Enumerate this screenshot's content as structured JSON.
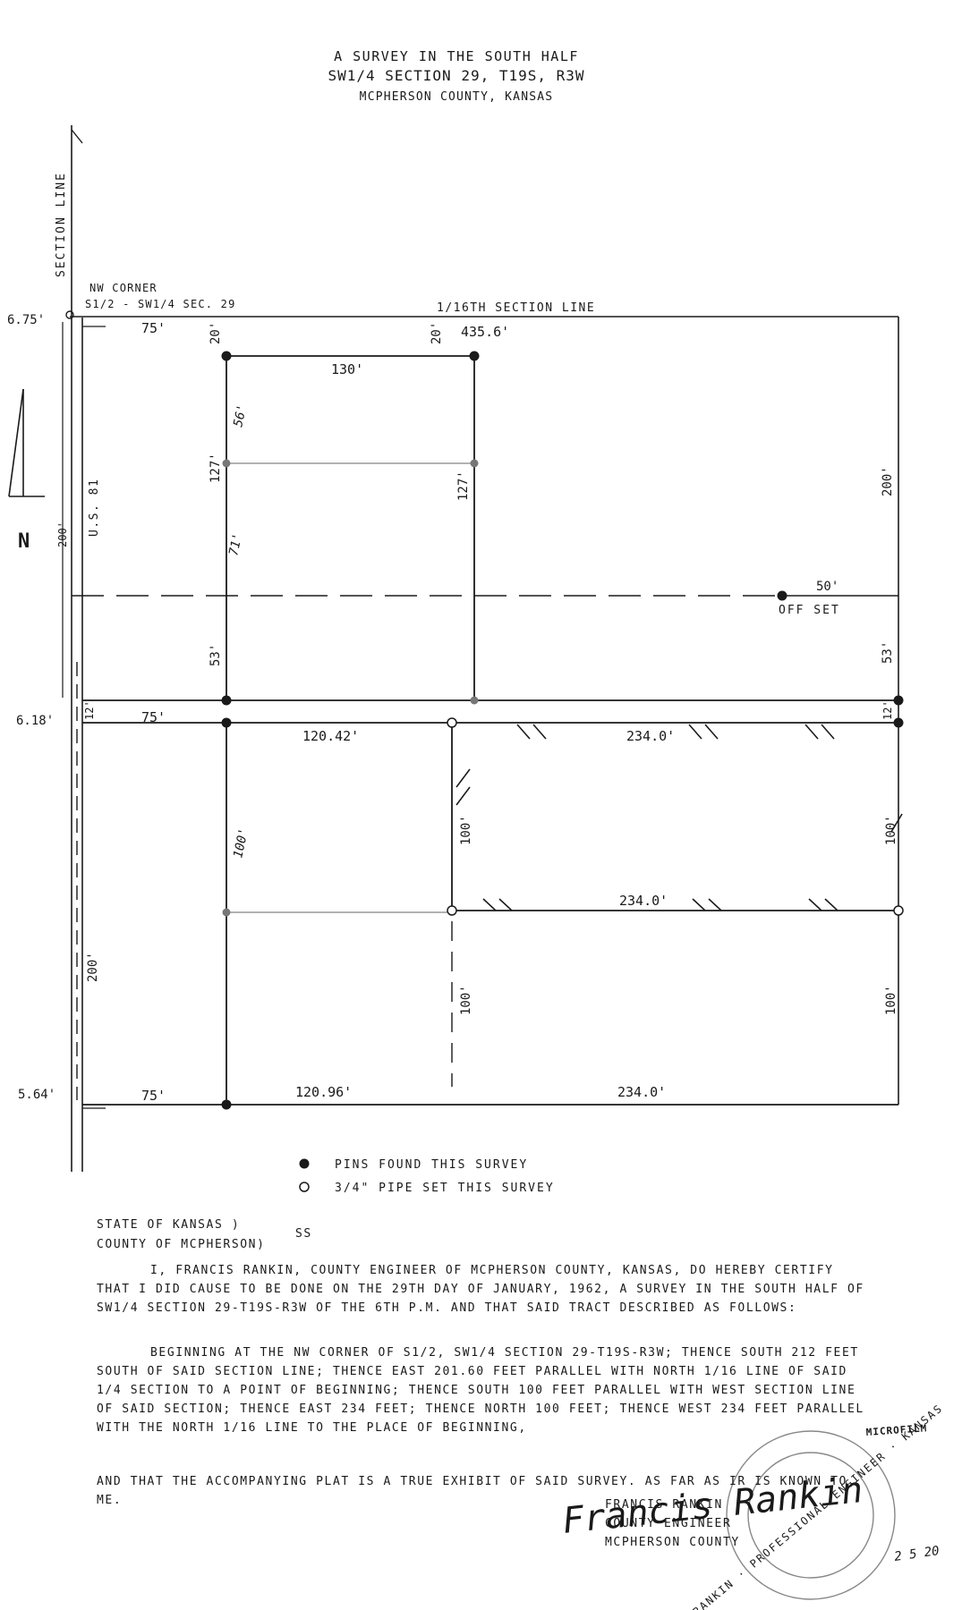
{
  "title": {
    "line1": "A SURVEY IN THE SOUTH HALF",
    "line2": "SW1/4 SECTION 29, T19S, R3W",
    "line3": "MCPHERSON COUNTY, KANSAS"
  },
  "plat": {
    "section_line_label": "SECTION LINE",
    "nw_corner_label_1": "NW CORNER",
    "nw_corner_label_2": "S1/2 - SW1/4 SEC. 29",
    "sixteenth_line_label": "1/16TH SECTION LINE",
    "north_label": "N",
    "highway_label": "U.S. 81",
    "offset_label_1": "50'",
    "offset_label_2": "OFF SET",
    "dims": {
      "d675": "6.75'",
      "d618": "6.18'",
      "d564": "5.64'",
      "d75a": "75'",
      "d75b": "75'",
      "d75c": "75'",
      "d20a": "20'",
      "d20b": "20'",
      "d4356": "435.6'",
      "d130": "130'",
      "d56": "56'",
      "d127a": "127'",
      "d127b": "127'",
      "d71": "71'",
      "d200a": "200'",
      "d200b": "200'",
      "d200c": "200'",
      "d53a": "53'",
      "d53b": "53'",
      "d12a": "12'",
      "d12b": "12'",
      "d12042": "120.42'",
      "d2340a": "234.0'",
      "d2340b": "234.0'",
      "d2340c": "234.0'",
      "d12096": "120.96'",
      "d100a": "100'",
      "d100b": "100'",
      "d100c": "100'",
      "d100d": "100'",
      "d100e": "100'"
    }
  },
  "legend": {
    "pins_found": "PINS FOUND THIS SURVEY",
    "pipe_set": "3/4\" PIPE SET THIS SURVEY"
  },
  "certificate": {
    "state_line": "STATE OF KANSAS     )",
    "county_line": "COUNTY OF MCPHERSON)",
    "ss": "SS",
    "para1": "I, FRANCIS RANKIN, COUNTY ENGINEER OF MCPHERSON COUNTY, KANSAS, DO HEREBY CERTIFY THAT I DID CAUSE TO BE DONE ON THE 29TH DAY OF JANUARY, 1962, A SURVEY IN THE SOUTH HALF OF SW1/4 SECTION 29-T19S-R3W OF THE 6TH P.M. AND THAT SAID TRACT DESCRIBED AS FOLLOWS:",
    "para2": "BEGINNING AT THE NW CORNER OF S1/2, SW1/4 SECTION 29-T19S-R3W; THENCE SOUTH 212 FEET SOUTH OF SAID SECTION LINE; THENCE EAST 201.60 FEET PARALLEL WITH NORTH 1/16 LINE OF SAID 1/4 SECTION TO A POINT OF BEGINNING; THENCE SOUTH 100 FEET PARALLEL WITH WEST SECTION LINE OF SAID SECTION; THENCE EAST 234 FEET; THENCE NORTH 100 FEET; THENCE WEST 234 FEET PARALLEL WITH THE NORTH 1/16 LINE TO THE PLACE OF BEGINNING,",
    "para3": "AND THAT THE ACCOMPANYING PLAT IS A TRUE EXHIBIT OF SAID SURVEY. AS FAR AS IR IS KNOWN TO ME."
  },
  "stamp_microfilm": "MICROFILM",
  "signature": {
    "name": "FRANCIS RANKIN",
    "title": "COUNTY ENGINEER",
    "county": "MCPHERSON COUNTY",
    "signed_name": "Francis Rankin"
  },
  "seal_text": "F. RANKIN · PROFESSIONAL ENGINEER · KANSAS",
  "margin_note": "2 5 20"
}
